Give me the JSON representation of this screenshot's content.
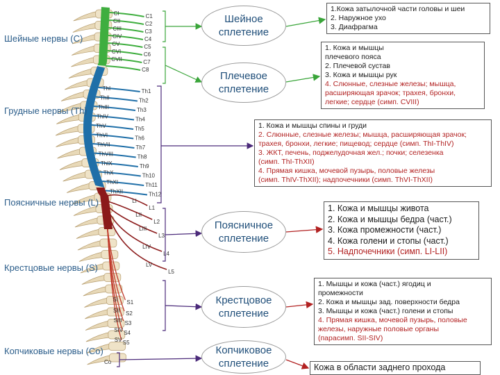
{
  "regions": [
    {
      "id": "cervical",
      "label": "Шейные нервы (C)"
    },
    {
      "id": "thoracic",
      "label": "Грудные нервы (Th)"
    },
    {
      "id": "lumbar",
      "label": "Поясничные нервы (L)"
    },
    {
      "id": "sacral",
      "label": "Крестцовые нервы (S)"
    },
    {
      "id": "coccygeal",
      "label": "Копчиковые нервы (Co)"
    }
  ],
  "plexuses": {
    "cervical": "Шейное сплетение",
    "brachial": "Плечевое сплетение",
    "lumbar": "Поясничное сплетение",
    "sacral": "Крестцовое сплетение",
    "coccygeal": "Копчиковое сплетение"
  },
  "boxes": {
    "cervical": [
      "1.Кожа затылочной части головы и шеи",
      "2. Наружное ухо",
      "3. Диафрагма"
    ],
    "brachial": [
      "1. Кожа и мышцы",
      "плечевого пояса",
      "2. Плечевой сустав",
      "3. Кожа и мышцы рук",
      "4. Слюнные, слезные железы; мышца,",
      "расширяющая зрачок; трахея, бронхи,",
      "легкие; сердце (симп. CVIII)"
    ],
    "thoracic": [
      "1. Кожа и мышцы спины и груди",
      "2. Слюнные, слезные железы; мышца, расширяющая зрачок;",
      "трахея, бронхи, легкие; пищевод; сердце (симп. ThI-ThIV)",
      "3. ЖКТ, печень, поджелудочная жел.; почки; селезенка",
      "(симп. ThI-ThXII)",
      "4. Прямая кишка, мочевой пузырь, половые железы",
      "(симп. ThIV-ThXII); надпочечники (симп. ThVI-ThXII)"
    ],
    "lumbar": [
      "1. Кожа и мышцы живота",
      "2. Кожа и мышцы бедра (част.)",
      "3. Кожа промежности (част.)",
      "4. Кожа голени и стопы (част.)",
      "5. Надпочечники (симп. LI-LII)"
    ],
    "sacral": [
      "1. Мышцы и кожа (част.) ягодиц и",
      "промежности",
      "2. Кожа и мышцы зад. поверхности бедра",
      "3. Мышцы и кожа (част.) голени и стопы",
      "4. Прямая кишка, мочевой пузырь, половые",
      "железы, наружные половые органы",
      "(парасимп. SII-SIV)"
    ],
    "coccygeal": [
      "Кожа в области заднего прохода"
    ]
  },
  "nerve_labels": {
    "cervical": [
      "C1",
      "C2",
      "C3",
      "C4",
      "C5",
      "C6",
      "C7",
      "C8"
    ],
    "cervical_inner": [
      "CI",
      "CII",
      "CIII",
      "CIV",
      "CV",
      "CVI",
      "CVII"
    ],
    "thoracic": [
      "Th1",
      "Th2",
      "Th3",
      "Th4",
      "Th5",
      "Th6",
      "Th7",
      "Th8",
      "Th9",
      "Th10",
      "Th11",
      "Th12"
    ],
    "thoracic_inner": [
      "ThI",
      "ThII",
      "ThIII",
      "ThIV",
      "ThV",
      "ThVI",
      "ThVII",
      "ThVIII",
      "ThIX",
      "ThX",
      "ThXI",
      "ThXII"
    ],
    "lumbar": [
      "L1",
      "L2",
      "L3",
      "L4",
      "L5"
    ],
    "lumbar_inner": [
      "LI",
      "LII",
      "LIII",
      "LIV",
      "LV"
    ],
    "sacral": [
      "S1",
      "S2",
      "S3",
      "S4",
      "S5"
    ],
    "sacral_inner": [
      "SI",
      "SII",
      "SIII",
      "SIV",
      "SV"
    ],
    "coccygeal": [
      "Co"
    ]
  },
  "colors": {
    "cervical": "#3fae3f",
    "thoracic": "#1f6fa8",
    "lumbar": "#8b1a1a",
    "arrow_green": "#3aa53a",
    "arrow_purple": "#4b2a7a",
    "arrow_red": "#b22222",
    "red_text": "#b22222"
  }
}
